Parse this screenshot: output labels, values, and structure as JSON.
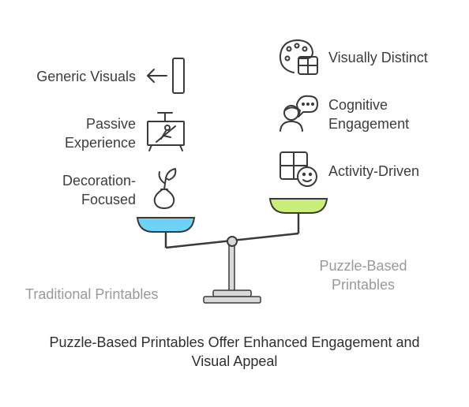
{
  "left_group": {
    "label": "Traditional Printables",
    "items": [
      {
        "label": "Generic Visuals",
        "icon": "arrow-frame-icon"
      },
      {
        "label_lines": [
          "Passive",
          "Experience"
        ],
        "icon": "easel-icon"
      },
      {
        "label_lines": [
          "Decoration-",
          "Focused"
        ],
        "icon": "vase-icon"
      }
    ]
  },
  "right_group": {
    "label_lines": [
      "Puzzle-Based",
      "Printables"
    ],
    "items": [
      {
        "label": "Visually Distinct",
        "icon": "palette-icon"
      },
      {
        "label_lines": [
          "Cognitive",
          "Engagement"
        ],
        "icon": "thinking-person-icon"
      },
      {
        "label": "Activity-Driven",
        "icon": "puzzle-face-icon"
      }
    ]
  },
  "title_lines": [
    "Puzzle-Based Printables Offer Enhanced Engagement and",
    "Visual Appeal"
  ],
  "colors": {
    "left_pan": "#6dd3f7",
    "right_pan": "#c9ee7a",
    "stroke": "#3a3a3a",
    "stand": "#d9d9d9"
  }
}
